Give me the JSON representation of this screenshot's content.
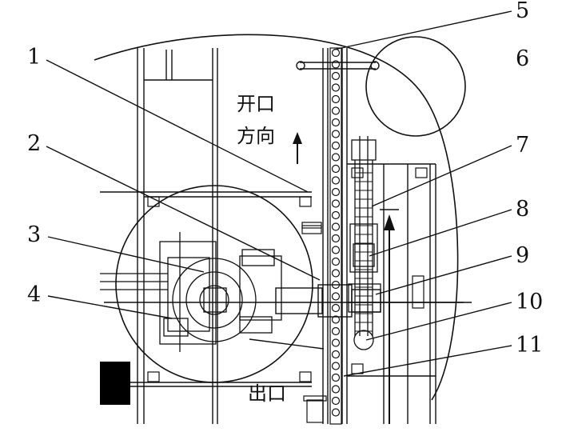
{
  "callouts": [
    "1",
    "2",
    "3",
    "4",
    "5",
    "6",
    "7",
    "8",
    "9",
    "10",
    "11"
  ],
  "labels": {
    "open_line1": "开口",
    "open_line2": "方向",
    "exit": "出口"
  }
}
